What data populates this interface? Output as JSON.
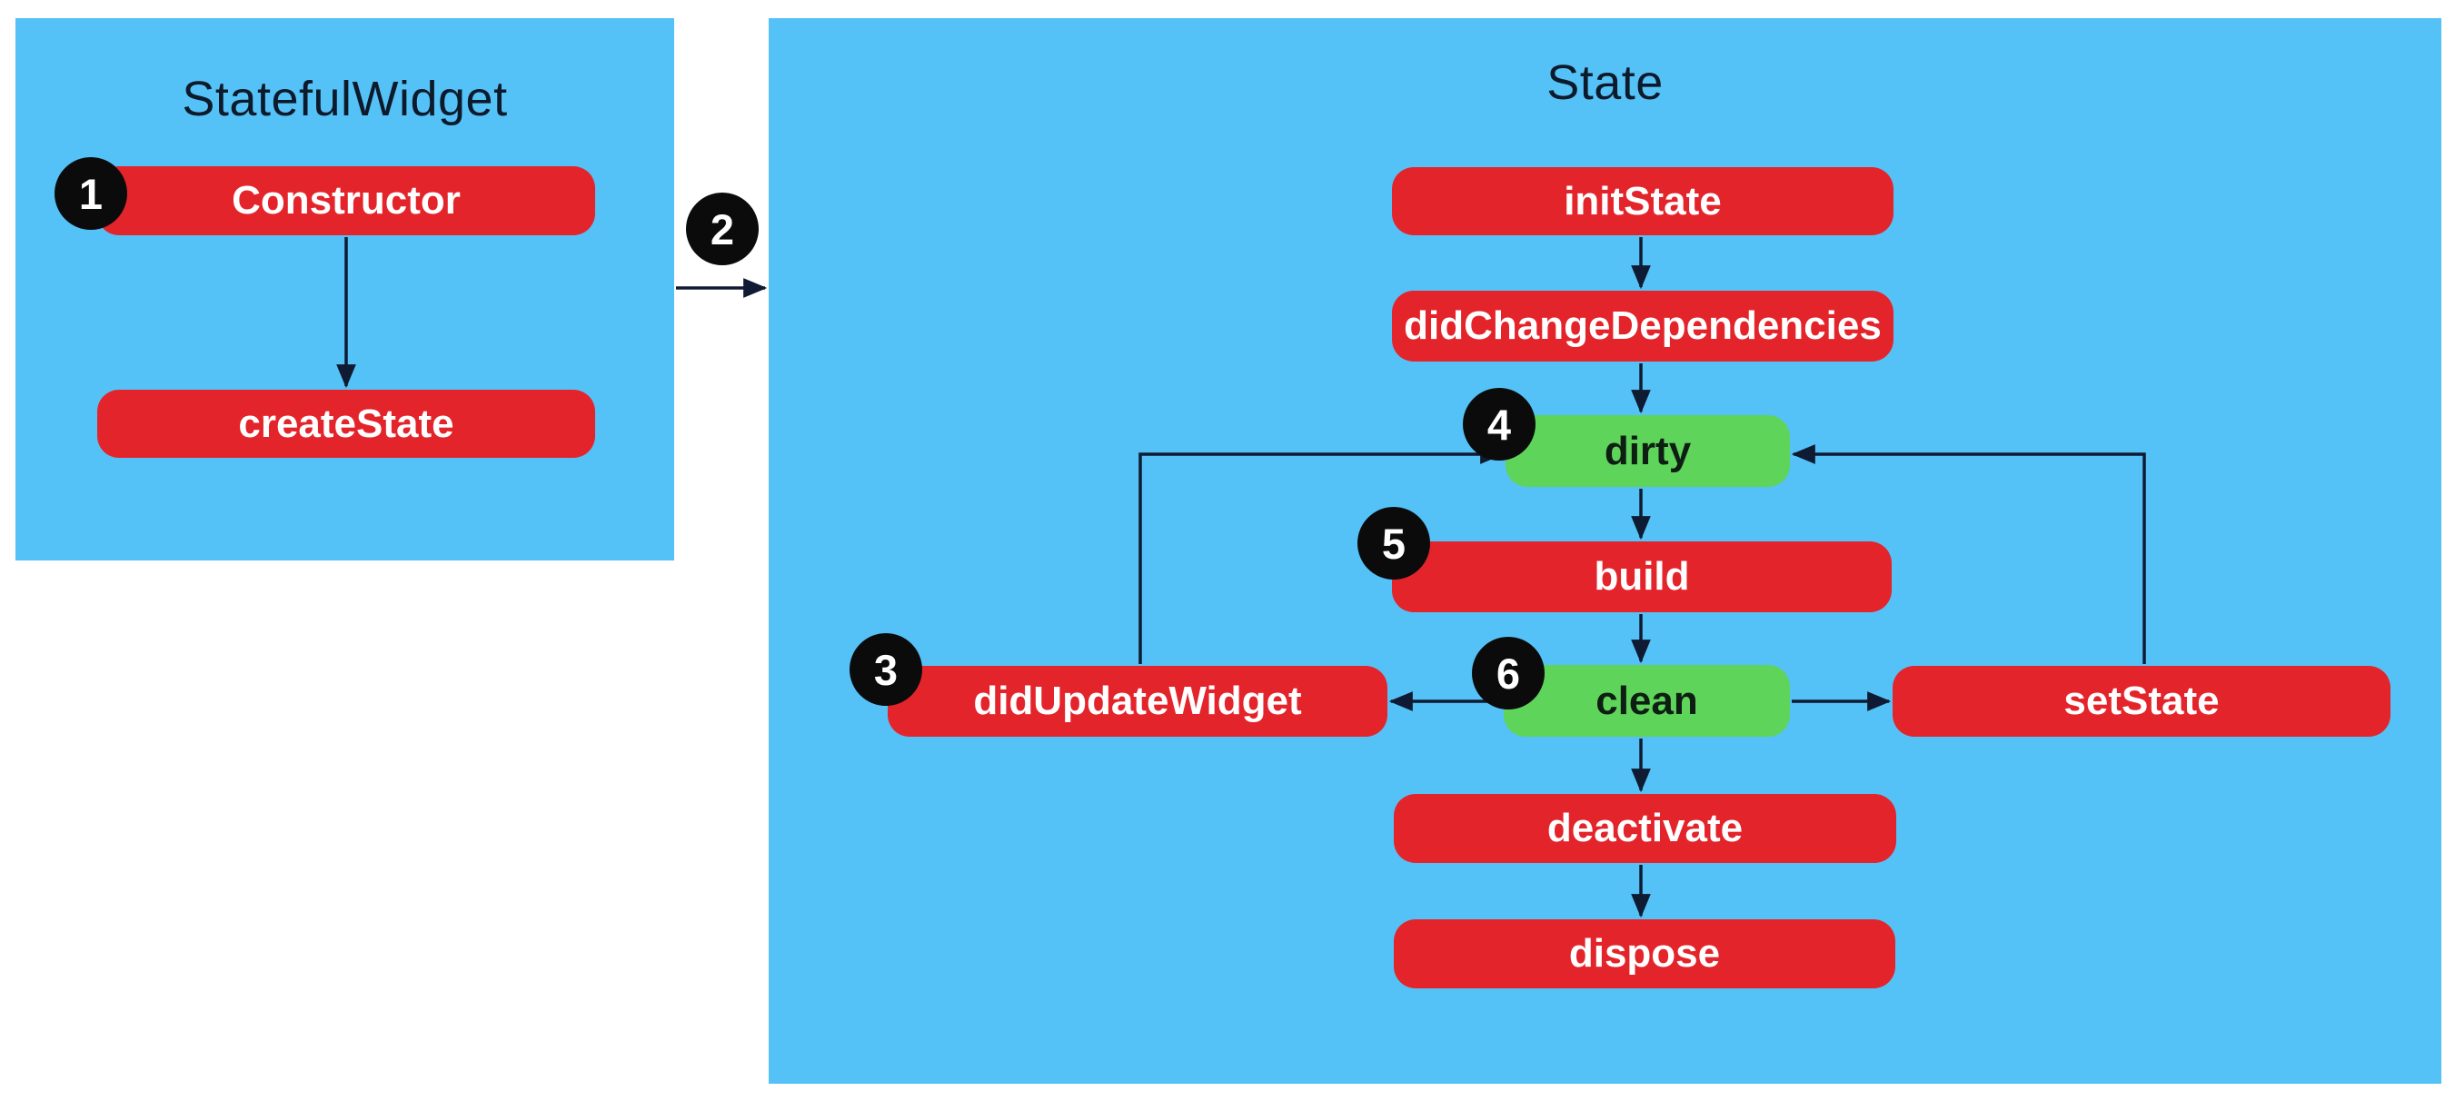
{
  "panels": {
    "statefulWidget": {
      "title": "StatefulWidget"
    },
    "state": {
      "title": "State"
    }
  },
  "nodes": {
    "constructor": {
      "label": "Constructor",
      "badge": "1",
      "color": "red"
    },
    "createState": {
      "label": "createState",
      "color": "red"
    },
    "initState": {
      "label": "initState",
      "color": "red"
    },
    "didChangeDependencies": {
      "label": "didChangeDependencies",
      "color": "red"
    },
    "dirty": {
      "label": "dirty",
      "badge": "4",
      "color": "green"
    },
    "build": {
      "label": "build",
      "badge": "5",
      "color": "red"
    },
    "didUpdateWidget": {
      "label": "didUpdateWidget",
      "badge": "3",
      "color": "red"
    },
    "clean": {
      "label": "clean",
      "badge": "6",
      "color": "green"
    },
    "setState": {
      "label": "setState",
      "color": "red"
    },
    "deactivate": {
      "label": "deactivate",
      "color": "red"
    },
    "dispose": {
      "label": "dispose",
      "color": "red"
    }
  },
  "connector": {
    "badge": "2"
  },
  "colors": {
    "page_bg": "#ffffff",
    "panel_blue": "#55C2F7",
    "node_red": "#E4242B",
    "node_green": "#5ED45A",
    "badge_black": "#0B0B0B",
    "badge_text": "#FFFFFF",
    "red_node_text": "#FFFFFF",
    "green_node_text": "#0E1E12",
    "title_text": "#0D1A2B",
    "arrow": "#0E1B33"
  }
}
